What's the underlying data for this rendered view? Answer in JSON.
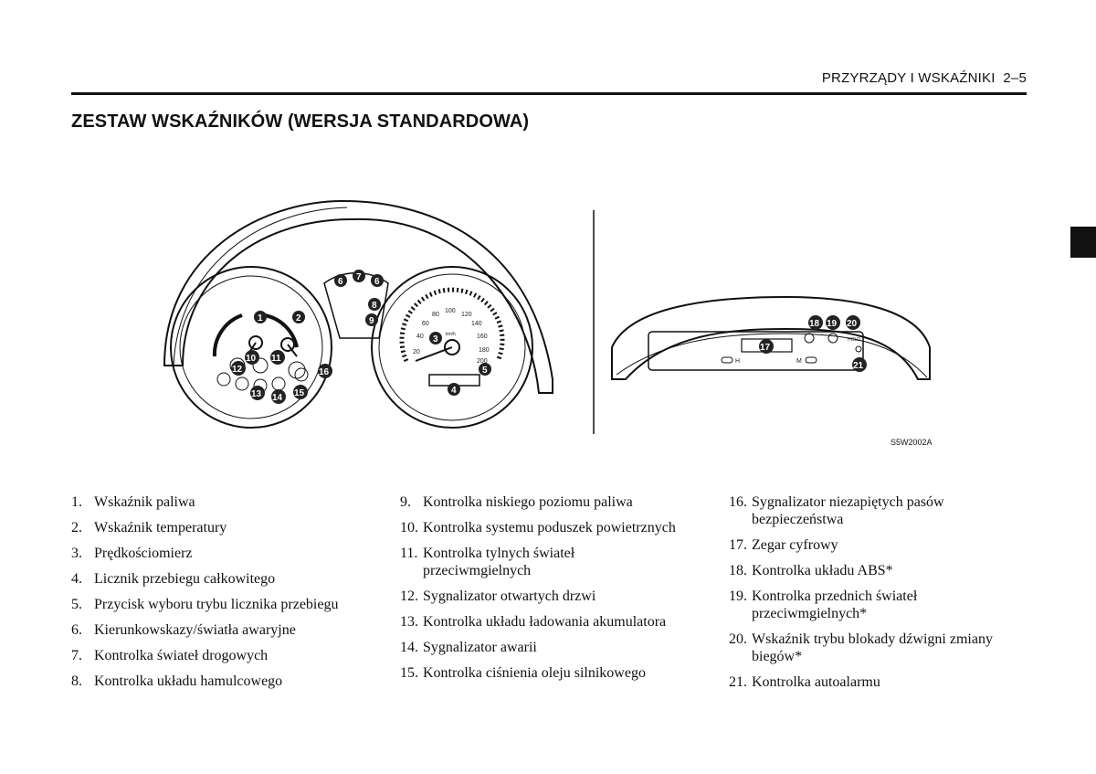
{
  "header": {
    "section": "PRZYRZĄDY I WSKAŹNIKI",
    "page": "2–5"
  },
  "title": "ZESTAW WSKAŹNIKÓW (WERSJA STANDARDOWA)",
  "figure": {
    "code": "S5W2002A",
    "callouts": [
      "1",
      "2",
      "3",
      "4",
      "5",
      "6",
      "6",
      "7",
      "8",
      "9",
      "10",
      "11",
      "12",
      "13",
      "14",
      "15",
      "16",
      "17",
      "18",
      "19",
      "20",
      "21"
    ],
    "speedo_ticks": [
      "20",
      "40",
      "60",
      "80",
      "100",
      "120",
      "140",
      "160",
      "180",
      "200"
    ],
    "speedo_unit": "km/h",
    "clock_labels": {
      "h": "H",
      "m": "M",
      "hold": "HOLD"
    }
  },
  "legend": {
    "col1": [
      {
        "num": "1.",
        "text": "Wskaźnik paliwa"
      },
      {
        "num": "2.",
        "text": "Wskaźnik temperatury"
      },
      {
        "num": "3.",
        "text": "Prędkościomierz"
      },
      {
        "num": "4.",
        "text": "Licznik przebiegu całkowitego"
      },
      {
        "num": "5.",
        "text": "Przycisk wyboru trybu licznika przebiegu"
      },
      {
        "num": "6.",
        "text": "Kierunkowskazy/światła awaryjne"
      },
      {
        "num": "7.",
        "text": "Kontrolka świateł drogowych"
      },
      {
        "num": "8.",
        "text": "Kontrolka układu hamulcowego"
      }
    ],
    "col2": [
      {
        "num": "9.",
        "text": "Kontrolka niskiego poziomu paliwa"
      },
      {
        "num": "10.",
        "text": "Kontrolka systemu poduszek powietrznych"
      },
      {
        "num": "11.",
        "text": "Kontrolka tylnych świateł przeciwmgielnych"
      },
      {
        "num": "12.",
        "text": "Sygnalizator otwartych drzwi"
      },
      {
        "num": "13.",
        "text": "Kontrolka układu ładowania akumulatora"
      },
      {
        "num": "14.",
        "text": "Sygnalizator awarii"
      },
      {
        "num": "15.",
        "text": "Kontrolka ciśnienia oleju silnikowego"
      }
    ],
    "col3": [
      {
        "num": "16.",
        "text": "Sygnalizator niezapiętych pasów bezpieczeństwa"
      },
      {
        "num": "17.",
        "text": "Zegar cyfrowy"
      },
      {
        "num": "18.",
        "text": "Kontrolka układu ABS*"
      },
      {
        "num": "19.",
        "text": "Kontrolka przednich świateł przeciwmgielnych*"
      },
      {
        "num": "20.",
        "text": "Wskaźnik trybu blokady dźwigni zmiany biegów*"
      },
      {
        "num": "21.",
        "text": "Kontrolka autoalarmu"
      }
    ]
  }
}
